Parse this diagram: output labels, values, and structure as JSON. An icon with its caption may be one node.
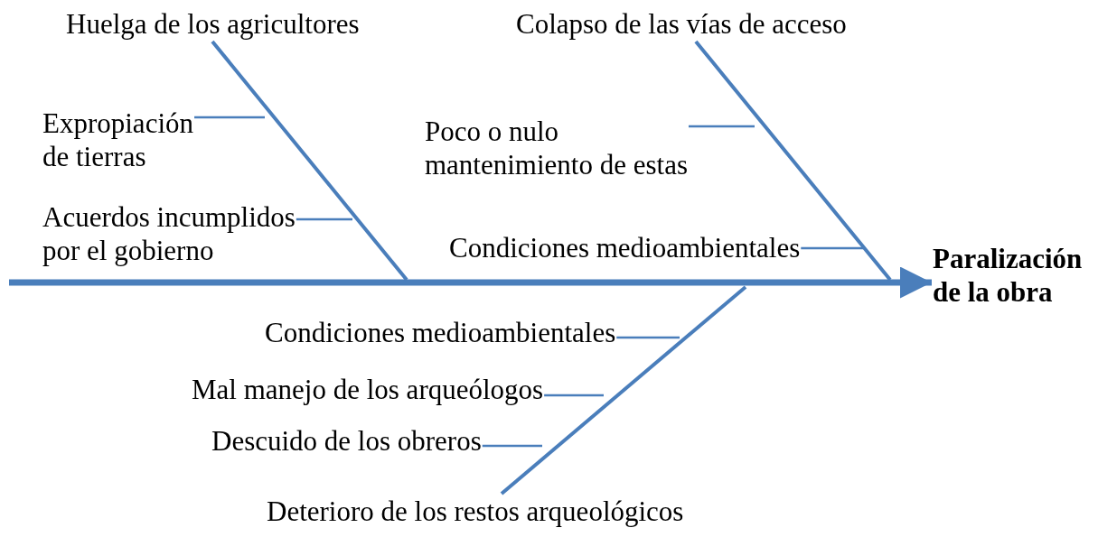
{
  "diagram": {
    "nodes": [
      {
        "text": [
          "Huelga de los agricultores"
        ]
      },
      {
        "text": [
          "Expropiación de tierras"
        ]
      },
      {
        "text": [
          "Acuerdos incumplidos por el gobierno"
        ]
      },
      {
        "text": [
          "Colapso de las vías de acceso"
        ]
      },
      {
        "text": [
          "Poco o nulo mantenimiento de estas"
        ]
      },
      {
        "text": [
          "Condiciones medioambientales"
        ]
      },
      {
        "text": [
          "Paralización de la obra"
        ]
      },
      {
        "text": [
          "Condiciones medioambientales"
        ]
      },
      {
        "text": [
          "Mal manejo de los arqueólogos"
        ]
      },
      {
        "text": [
          "Descuido de los obreros"
        ]
      },
      {
        "text": [
          "Deterioro de los restos arqueológicos"
        ]
      }
    ],
    "edges": [
      {
        "from": null,
        "to": 6,
        "arrow": "to",
        "style": "thick"
      },
      {
        "from": 0,
        "to": null,
        "arrow": "none"
      },
      {
        "from": 1,
        "to": null,
        "arrow": "none"
      },
      {
        "from": 2,
        "to": null,
        "arrow": "none"
      },
      {
        "from": 3,
        "to": null,
        "arrow": "none"
      },
      {
        "from": 4,
        "to": null,
        "arrow": "none"
      },
      {
        "from": 5,
        "to": null,
        "arrow": "none"
      },
      {
        "from": 10,
        "to": null,
        "arrow": "none"
      },
      {
        "from": 7,
        "to": null,
        "arrow": "none"
      },
      {
        "from": 8,
        "to": null,
        "arrow": "none"
      },
      {
        "from": 9,
        "to": null,
        "arrow": "none"
      }
    ]
  }
}
